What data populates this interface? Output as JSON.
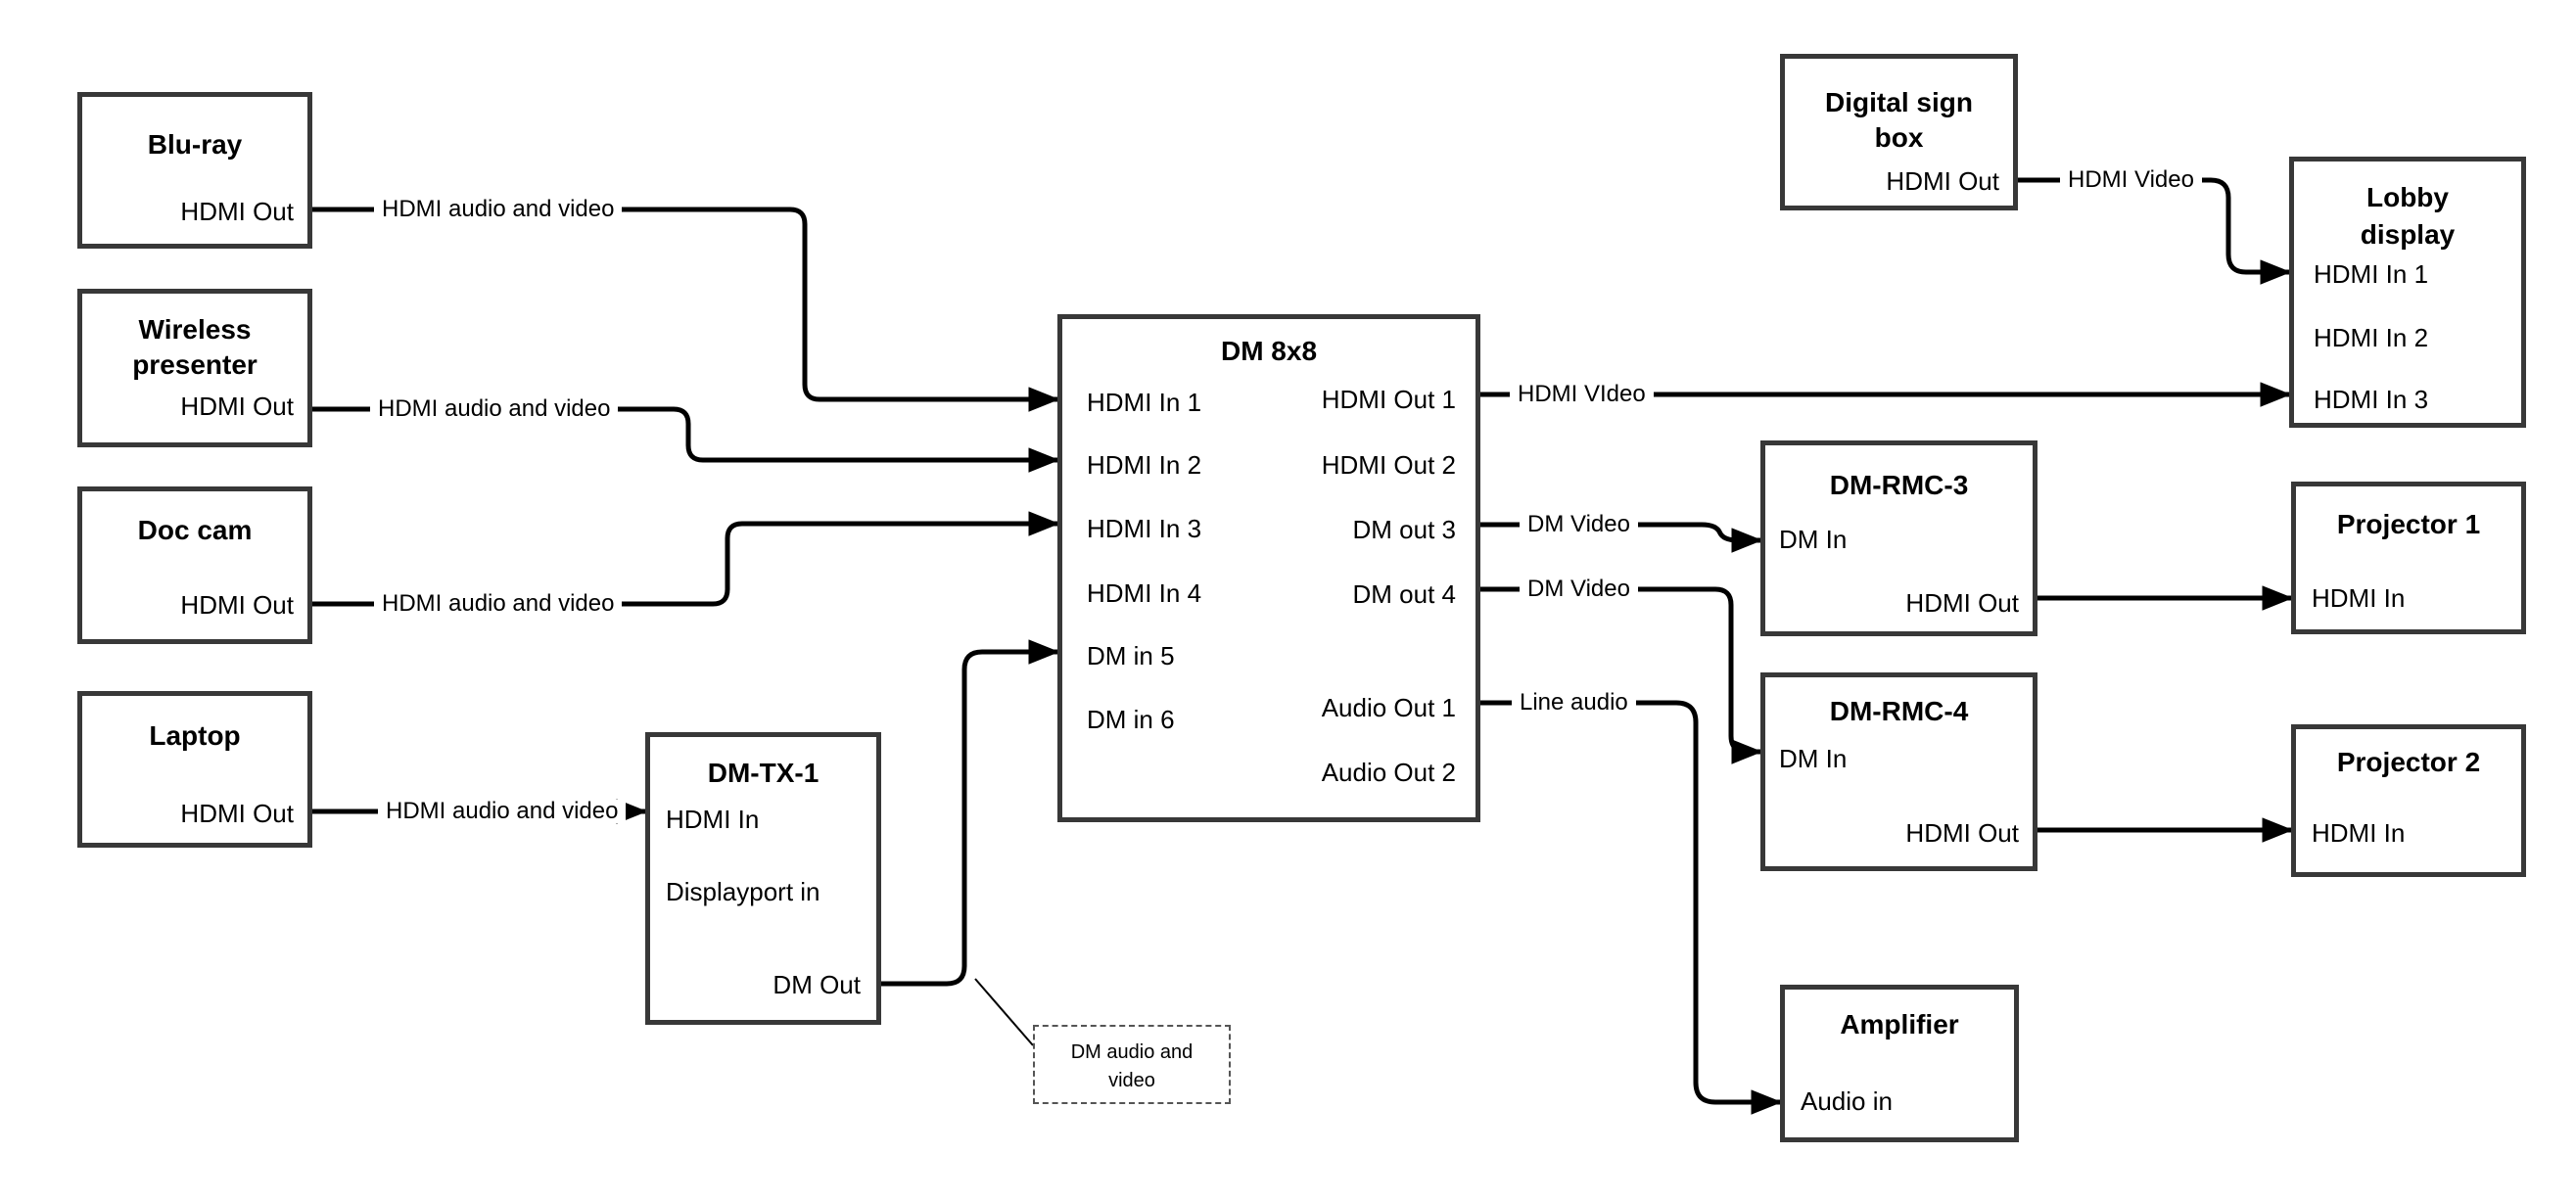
{
  "boxes": {
    "bluray": {
      "title": "Blu-ray",
      "port_out": "HDMI Out"
    },
    "wireless": {
      "title_line1": "Wireless",
      "title_line2": "presenter",
      "port_out": "HDMI Out"
    },
    "doccam": {
      "title": "Doc cam",
      "port_out": "HDMI Out"
    },
    "laptop": {
      "title": "Laptop",
      "port_out": "HDMI Out"
    },
    "dmtx1": {
      "title": "DM-TX-1",
      "port_hdmi_in": "HDMI In",
      "port_dp_in": "Displayport in",
      "port_dm_out": "DM Out"
    },
    "dm8x8": {
      "title": "DM 8x8",
      "in1": "HDMI In 1",
      "in2": "HDMI In 2",
      "in3": "HDMI In 3",
      "in4": "HDMI In 4",
      "in5": "DM in 5",
      "in6": "DM in 6",
      "out1": "HDMI Out 1",
      "out2": "HDMI Out 2",
      "out3": "DM out 3",
      "out4": "DM out 4",
      "aout1": "Audio Out 1",
      "aout2": "Audio Out 2"
    },
    "digital_sign": {
      "title_line1": "Digital sign",
      "title_line2": "box",
      "port_out": "HDMI Out"
    },
    "lobby": {
      "title_line1": "Lobby",
      "title_line2": "display",
      "in1": "HDMI In 1",
      "in2": "HDMI In 2",
      "in3": "HDMI In 3"
    },
    "dmrmc3": {
      "title": "DM-RMC-3",
      "port_in": "DM In",
      "port_out": "HDMI Out"
    },
    "proj1": {
      "title": "Projector 1",
      "port_in": "HDMI In"
    },
    "dmrmc4": {
      "title": "DM-RMC-4",
      "port_in": "DM In",
      "port_out": "HDMI Out"
    },
    "proj2": {
      "title": "Projector 2",
      "port_in": "HDMI In"
    },
    "amp": {
      "title": "Amplifier",
      "port_in": "Audio in"
    }
  },
  "wire_labels": {
    "bluray": "HDMI audio and video",
    "wireless": "HDMI audio and video",
    "doccam": "HDMI audio and video",
    "laptop": "HDMI audio and video",
    "hdmi_out1": "HDMI VIdeo",
    "digital_sign": "HDMI Video",
    "dm_out3": "DM Video",
    "dm_out4": "DM Video",
    "audio_out1": "Line audio"
  },
  "note": {
    "line1": "DM audio and",
    "line2": "video"
  },
  "colors": {
    "wire": "#000000",
    "box_border": "#383838",
    "background": "#ffffff"
  }
}
